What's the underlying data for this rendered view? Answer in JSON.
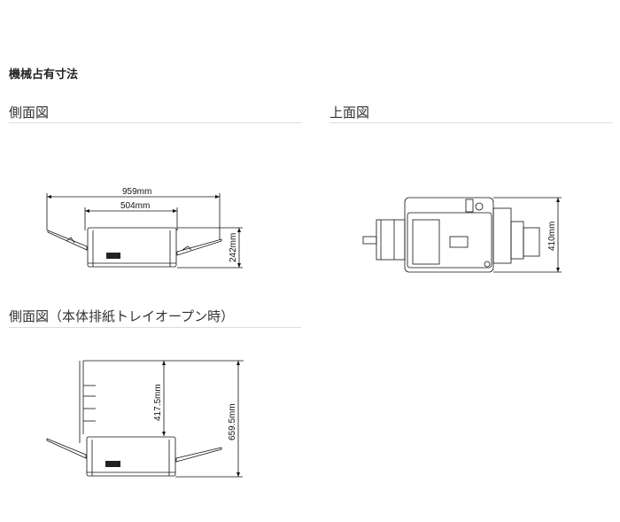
{
  "page": {
    "title": "機械占有寸法"
  },
  "sections": [
    {
      "heading": "側面図",
      "dimensions": {
        "total_width": "959mm",
        "body_width": "504mm",
        "height": "242mm"
      }
    },
    {
      "heading": "上面図",
      "dimensions": {
        "depth": "410mm"
      }
    },
    {
      "heading": "側面図（本体排紙トレイオープン時）",
      "dimensions": {
        "tray_height": "417.5mm",
        "total_height": "659.5mm"
      }
    }
  ]
}
